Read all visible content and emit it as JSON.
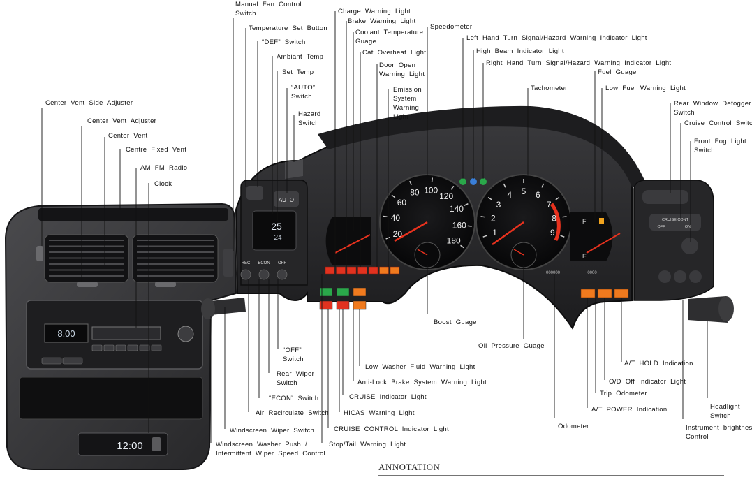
{
  "heading": "ANNOTATION",
  "labels": {
    "manual_fan": [
      "Manual Fan Control",
      "Switch"
    ],
    "temp_set_button": [
      "Temperature Set Button"
    ],
    "def_switch": [
      "“DEF” Switch"
    ],
    "ambient_temp": [
      "Ambiant Temp"
    ],
    "set_temp": [
      "Set Temp"
    ],
    "auto_switch": [
      "“AUTO”",
      "Switch"
    ],
    "hazard_switch": [
      "Hazard",
      "Switch"
    ],
    "charge_warning": [
      "Charge Warning Light"
    ],
    "brake_warning": [
      "Brake Warning Light"
    ],
    "coolant_temp": [
      "Coolant Temperature",
      "Guage"
    ],
    "cat_overheat": [
      "Cat Overheat Light"
    ],
    "door_open": [
      "Door Open",
      "Warning Light"
    ],
    "emission_warning": [
      "Emission",
      "System",
      "Warning",
      "Light"
    ],
    "speedometer": [
      "Speedometer"
    ],
    "left_turn": [
      "Left Hand Turn Signal/Hazard Warning Indicator Light"
    ],
    "high_beam": [
      "High Beam Indicator Light"
    ],
    "right_turn": [
      "Right Hand Turn Signal/Hazard Warning Indicator Light"
    ],
    "fuel_gauge": [
      "Fuel Guage"
    ],
    "tachometer": [
      "Tachometer"
    ],
    "low_fuel": [
      "Low Fuel Warning Light"
    ],
    "rear_defogger": [
      "Rear Window Defogger",
      "Switch"
    ],
    "cruise_switch": [
      "Cruise Control Switch"
    ],
    "front_fog": [
      "Front Fog Light",
      "Switch"
    ],
    "center_vent_side": [
      "Center Vent Side Adjuster"
    ],
    "center_vent_adjuster": [
      "Center Vent Adjuster"
    ],
    "center_vent": [
      "Center Vent"
    ],
    "centre_fixed_vent": [
      "Centre Fixed Vent"
    ],
    "am_fm_radio": [
      "AM FM Radio"
    ],
    "clock": [
      "Clock"
    ],
    "boost_gauge": [
      "Boost Guage"
    ],
    "oil_pressure": [
      "Oil Pressure Guage"
    ],
    "off_switch": [
      "“OFF”",
      "Switch"
    ],
    "rear_wiper": [
      "Rear Wiper",
      "Switch"
    ],
    "econ_switch": [
      "“ECON” Switch"
    ],
    "air_recirculate": [
      "Air Recirculate Switch"
    ],
    "windscreen_wiper": [
      "Windscreen Wiper Switch"
    ],
    "washer_push": [
      "Windscreen Washer Push /",
      "Intermittent Wiper Speed Control"
    ],
    "low_washer": [
      "Low Washer Fluid Warning Light"
    ],
    "abs_warning": [
      "Anti-Lock Brake System Warning Light"
    ],
    "cruise_indicator": [
      "CRUISE Indicator Light"
    ],
    "hicas_warning": [
      "HICAS Warning Light"
    ],
    "cruise_control_indicator": [
      "CRUISE CONTROL Indicator Light"
    ],
    "stop_tail": [
      "Stop/Tail Warning Light"
    ],
    "odometer": [
      "Odometer"
    ],
    "at_hold": [
      "A/T HOLD Indication"
    ],
    "od_off": [
      "O/D Off Indicator Light"
    ],
    "trip_odometer": [
      "Trip Odometer"
    ],
    "at_power": [
      "A/T POWER Indication"
    ],
    "headlight_switch": [
      "Headlight",
      "Switch"
    ],
    "instrument_brightness": [
      "Instrument brightness",
      "Control"
    ]
  },
  "panel_text": {
    "speedo_ticks": [
      "20",
      "40",
      "60",
      "80",
      "100",
      "120",
      "140",
      "160",
      "180"
    ],
    "tacho_ticks": [
      "1",
      "2",
      "3",
      "4",
      "5",
      "6",
      "7",
      "8",
      "9"
    ],
    "climate_temp": "25",
    "climate_ambient": "24",
    "climate_buttons": [
      "REC",
      "ECON",
      "OFF"
    ],
    "auto_button": "AUTO",
    "cruise_panel": "CRUISE CONT",
    "cruise_off": "OFF",
    "cruise_on": "ON",
    "fuel_full": "F",
    "fuel_empty": "E",
    "radio_display": "8.00",
    "clock_display": "12:00",
    "odometer_digits": "000000",
    "trip_digits": "0000"
  },
  "colors": {
    "dash": "#2b2b2d",
    "dash_edge": "#111113",
    "gauge_face": "#0b0b0c",
    "needle": "#e8321e",
    "warn_red": "#e2321f",
    "warn_orange": "#f07a1e",
    "ind_green": "#2aa84a",
    "ind_blue": "#3a7fd8"
  }
}
